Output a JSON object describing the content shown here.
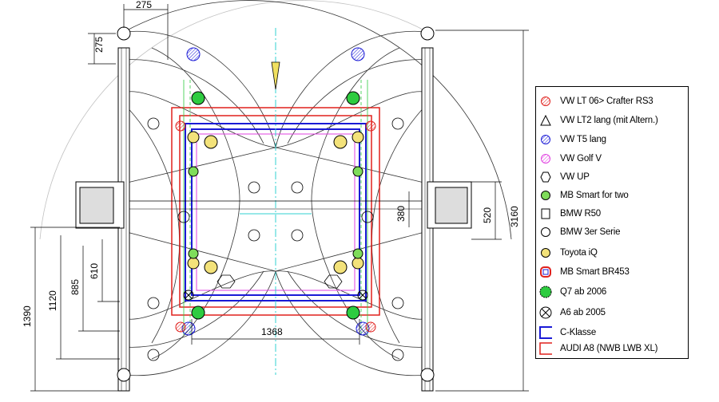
{
  "dimensions": {
    "top_275": "275",
    "left_275": "275",
    "d_1390": "1390",
    "d_1120": "1120",
    "d_885": "885",
    "d_610": "610",
    "d_1368": "1368",
    "d_380": "380",
    "d_520": "520",
    "d_3160": "3160"
  },
  "legend": {
    "items": [
      {
        "label": "VW LT 06> Crafter RS3",
        "symbol": "circle-hatched-red"
      },
      {
        "label": "VW LT2 lang (mit Altern.)",
        "symbol": "triangle"
      },
      {
        "label": "VW T5 lang",
        "symbol": "circle-hatched-blue"
      },
      {
        "label": "VW Golf V",
        "symbol": "circle-hatched-magenta"
      },
      {
        "label": "VW UP",
        "symbol": "hexagon"
      },
      {
        "label": "MB Smart for two",
        "symbol": "circle-green-light"
      },
      {
        "label": "BMW R50",
        "symbol": "square"
      },
      {
        "label": "BMW 3er Serie",
        "symbol": "circle-outline"
      },
      {
        "label": "Toyota iQ",
        "symbol": "circle-yellow"
      },
      {
        "label": "MB Smart BR453",
        "symbol": "rounded-square-red"
      },
      {
        "label": "Q7 ab 2006",
        "symbol": "circle-green-dashed"
      },
      {
        "label": "A6 ab 2005",
        "symbol": "circle-cross"
      },
      {
        "label": "C-Klasse",
        "symbol": "square-blue"
      },
      {
        "label": "AUDI A8 (NWB LWB XL)",
        "symbol": "square-red"
      }
    ]
  },
  "colors": {
    "red": "#e0201c",
    "blue": "#1a1ad6",
    "green": "#2ecc40",
    "green_light": "#7fdc5a",
    "yellow": "#f3e27a",
    "magenta": "#e040e0",
    "cyan": "#30d0d0"
  }
}
